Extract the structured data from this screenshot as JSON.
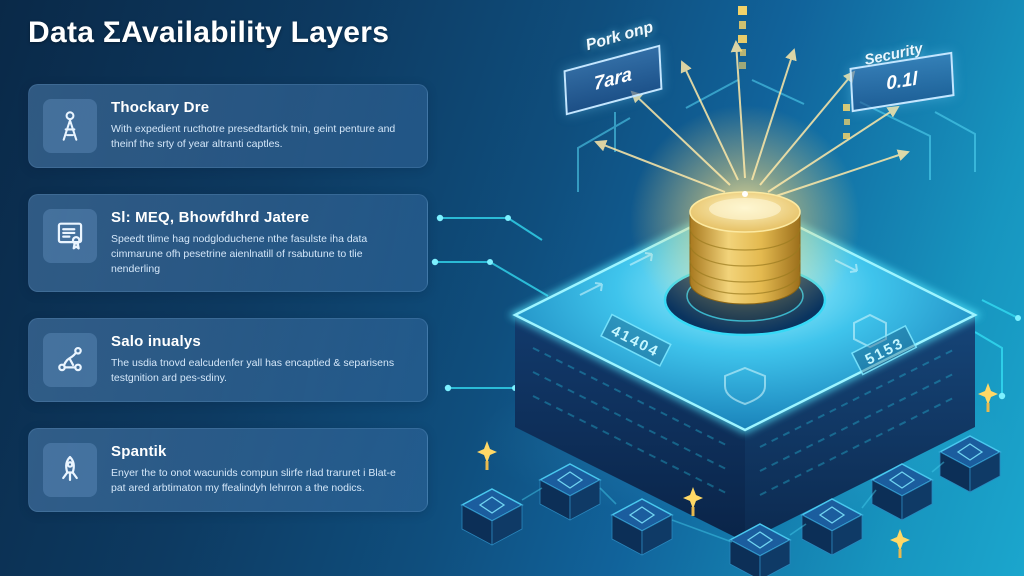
{
  "title": "Data ΣAvailability Layers",
  "cards": [
    {
      "icon": "figure-icon",
      "title": "Thockary Dre",
      "body": "With expedient ructhotre presedtartick tnin, geint penture and theinf the srty of year altranti captles."
    },
    {
      "icon": "certificate-icon",
      "title": "Sl: MEQ, Bhowfdhrd Jatere",
      "body": "Speedt tlime hag nodgloduchene nthe fasulste iha data cimmarune ofh pesetrine aienlnatill of rsabutune to tlie nenderling"
    },
    {
      "icon": "network-icon",
      "title": "Salo inualys",
      "body": "The usdia tnovd ealcudenfer yall has encaptied & separisens testgnition ard pes-sdiny."
    },
    {
      "icon": "rocket-icon",
      "title": "Spantik",
      "body": "Enyer the to onot wacunids compun slirfe rlad traruret i Blat-e pat ared arbtimaton my ffealindyh lehrron a the nodics."
    }
  ],
  "diagram": {
    "label_left": {
      "caption": "Pork onp",
      "value": "7ara"
    },
    "label_right": {
      "caption": "Security",
      "value": "0.1l"
    },
    "platform_marks": {
      "left_face": "41404",
      "right_face": "5153"
    }
  },
  "colors": {
    "background_start": "#0a2948",
    "background_end": "#1ba6cd",
    "card_bg": "rgba(104,158,212,0.40)",
    "accent_cyan": "#3fe0ff",
    "gold": "#f0c95c"
  }
}
